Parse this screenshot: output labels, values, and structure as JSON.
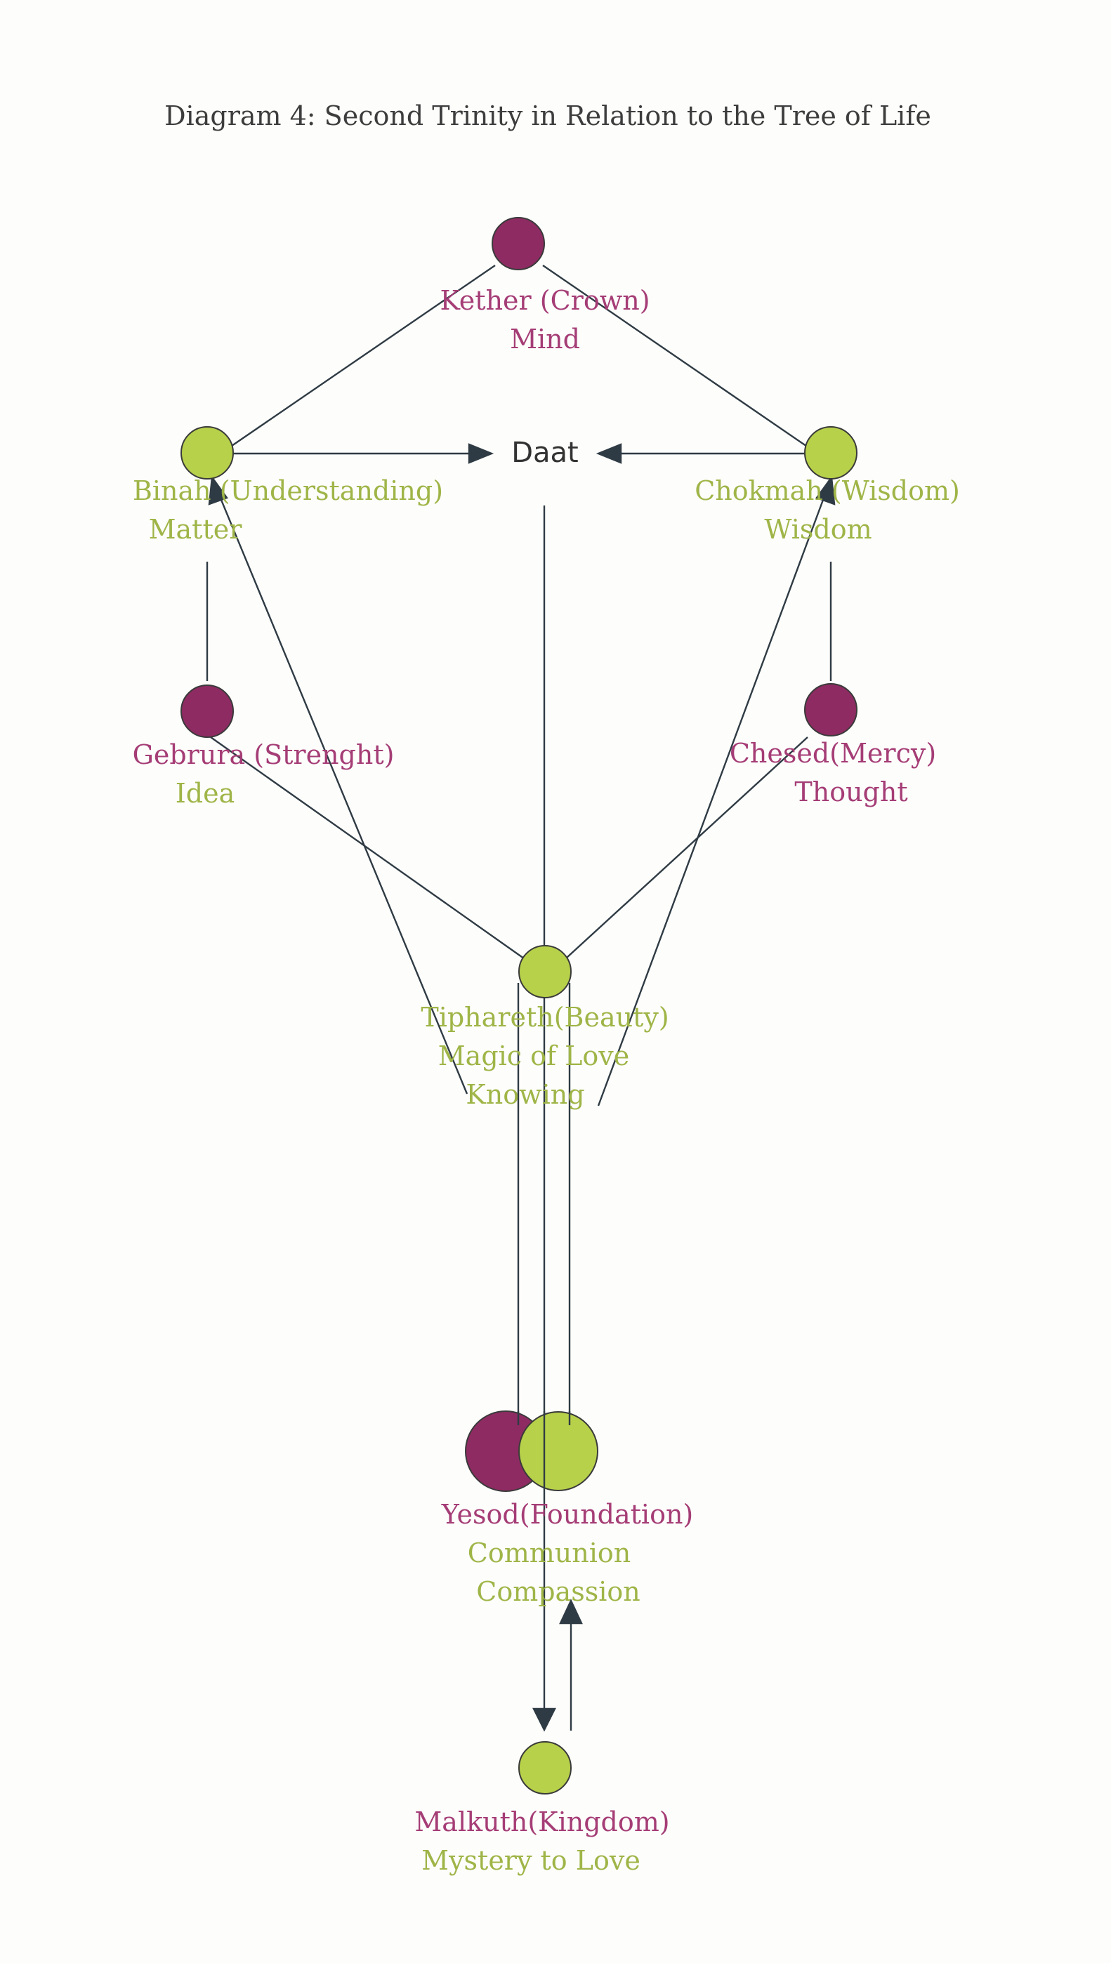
{
  "title": "Diagram 4:  Second Trinity in Relation to the Tree of Life",
  "colors": {
    "magenta": "#8e2b62",
    "green": "#b7d14a",
    "line": "#2f3b44",
    "title_text": "#3d3d3d",
    "magenta_text": "#a53d76",
    "green_text": "#9fb548",
    "daat_text": "#333333"
  },
  "nodes": {
    "kether": {
      "line1": "Kether (Crown)",
      "line2": "Mind"
    },
    "binah": {
      "line1": "Binah (Understanding)",
      "line2": "Matter"
    },
    "daat": {
      "label": "Daat"
    },
    "chokmah": {
      "line1": "Chokmah (Wisdom)",
      "line2": "Wisdom"
    },
    "gebrura": {
      "line1": "Gebrura  (Strenght)",
      "line2": "Idea"
    },
    "chesed": {
      "line1": "Chesed(Mercy)",
      "line2": "Thought"
    },
    "tiphareth": {
      "line1": "Tiphareth(Beauty)",
      "line2": "Magic of Love",
      "line3": "Knowing"
    },
    "yesod": {
      "line1": "Yesod(Foundation)",
      "line2": "Communion",
      "line3": "Compassion"
    },
    "malkuth": {
      "line1": "Malkuth(Kingdom)",
      "line2": "Mystery to Love"
    }
  }
}
